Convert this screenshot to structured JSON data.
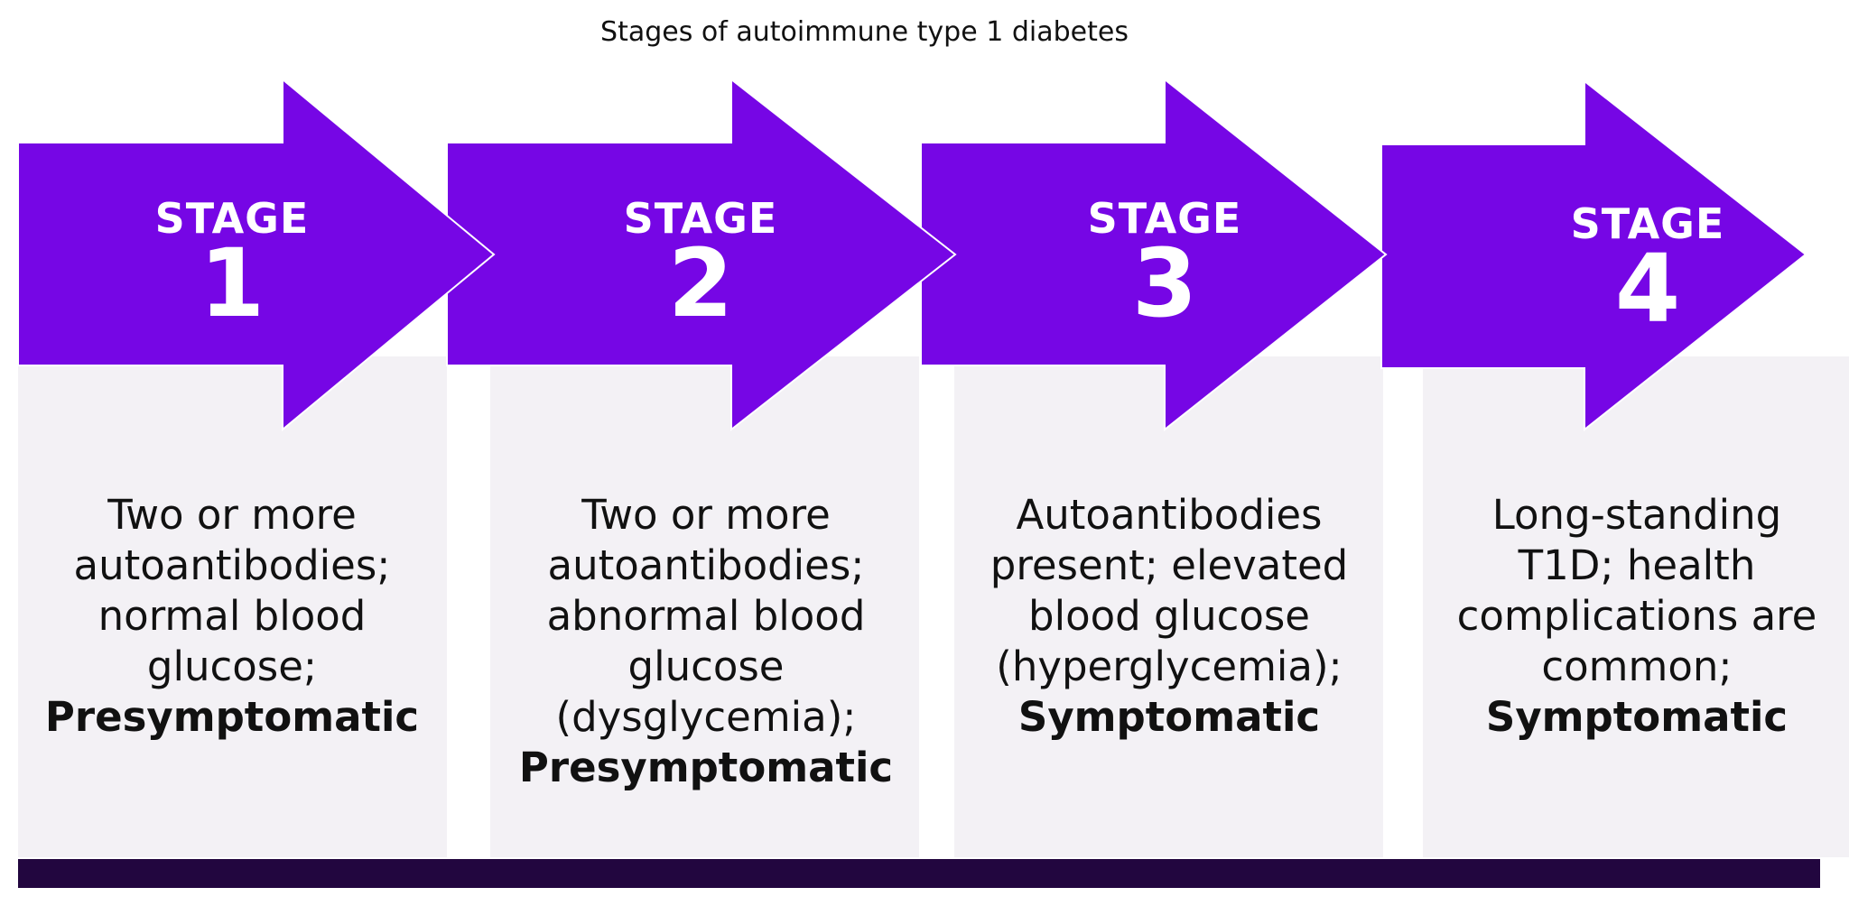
{
  "title": "Stages of autoimmune type 1 diabetes",
  "colors": {
    "arrow": "#7606e5",
    "panel": "#f3f1f5",
    "bottom_bar": "#22063f",
    "stage_text": "#ffffff",
    "body_text": "#111111"
  },
  "stages": [
    {
      "word": "STAGE",
      "number": "1",
      "lines": [
        "Two or more",
        "autoantibodies;",
        "normal blood",
        "glucose;"
      ],
      "emphasis": "Presymptomatic"
    },
    {
      "word": "STAGE",
      "number": "2",
      "lines": [
        "Two or more",
        "autoantibodies;",
        "abnormal blood",
        "glucose",
        "(dysglycemia);"
      ],
      "emphasis": "Presymptomatic"
    },
    {
      "word": "STAGE",
      "number": "3",
      "lines": [
        "Autoantibodies",
        "present; elevated",
        "blood glucose",
        "(hyperglycemia);"
      ],
      "emphasis": "Symptomatic"
    },
    {
      "word": "STAGE",
      "number": "4",
      "lines": [
        "Long-standing",
        "T1D; health",
        "complications are",
        "common;"
      ],
      "emphasis": "Symptomatic"
    }
  ]
}
